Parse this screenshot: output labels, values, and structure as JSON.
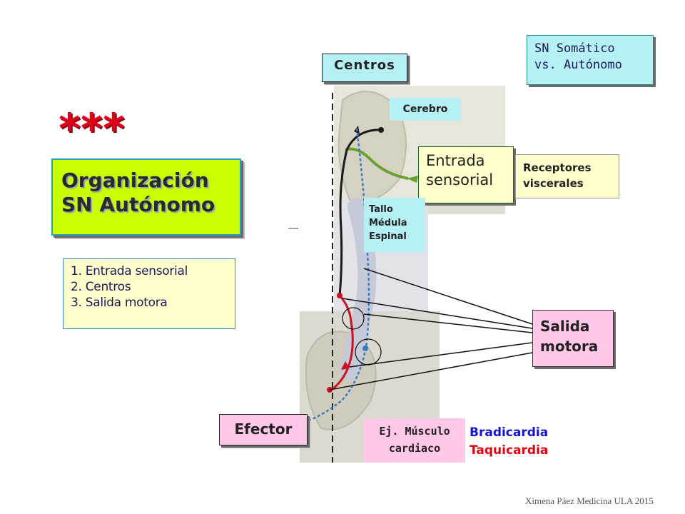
{
  "stars": "***",
  "organizacion": {
    "line1": "Organización",
    "line2": "SN Autónomo"
  },
  "steps": [
    "1. Entrada sensorial",
    "2. Centros",
    "3. Salida motora"
  ],
  "somatic": {
    "line1": "SN Somático",
    "line2": "vs. Autónomo"
  },
  "labels": {
    "centros": "Centros",
    "cerebro": "Cerebro",
    "entrada": {
      "line1": "Entrada",
      "line2": "sensorial"
    },
    "receptores": {
      "line1": "Receptores",
      "line2": "viscerales"
    },
    "tallo": {
      "line1": "Tallo",
      "line2": "Médula",
      "line3": "Espinal"
    },
    "salida": {
      "line1": "Salida",
      "line2": "motora"
    },
    "efector": "Efector",
    "musculo": {
      "line1": "Ej. Músculo",
      "line2": "cardiaco"
    },
    "bradicardia": "Bradicardia",
    "taquicardia": "Taquicardia"
  },
  "credit": "Ximena Páez Medicina ULA 2015",
  "colors": {
    "lime_box": "#c8ff00",
    "cyan_box": "#b5f0f5",
    "yellow_box": "#ffffcc",
    "pink_box": "#ffc8e8",
    "stars_red": "#e0001a",
    "brady_blue": "#1414d0",
    "taqui_red": "#e00010",
    "sensory_green": "#5a9a20",
    "efferent_red": "#cc1020",
    "efferent_blue": "#3a78c8"
  }
}
